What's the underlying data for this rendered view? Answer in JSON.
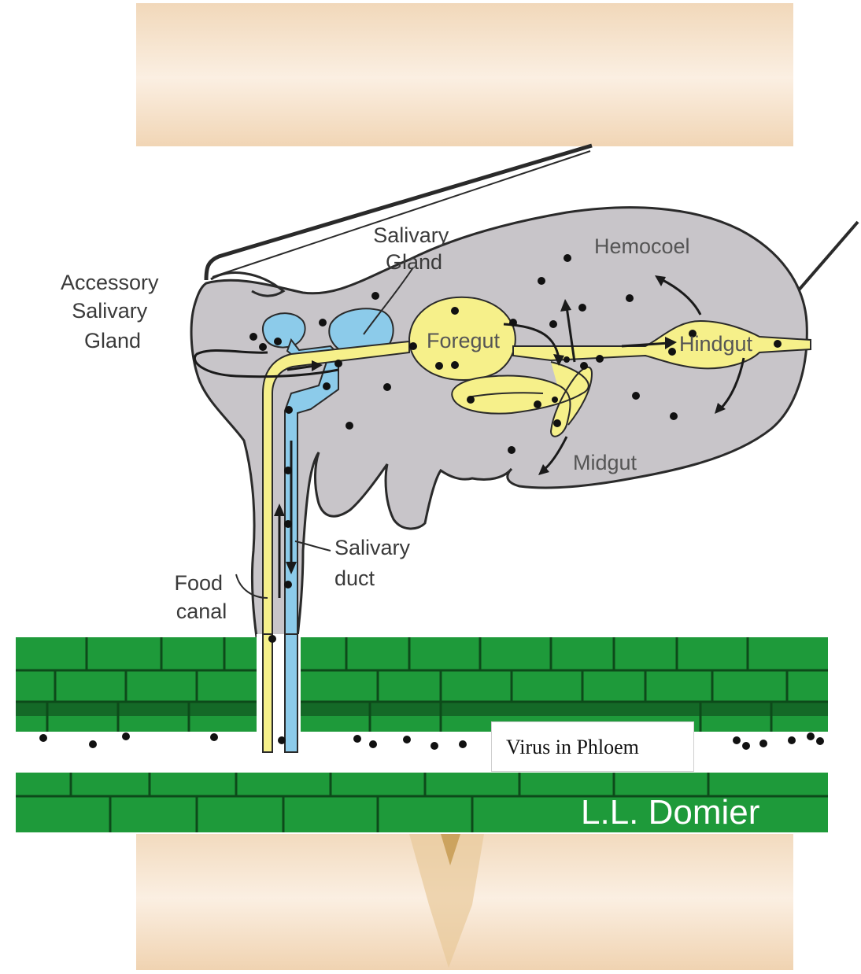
{
  "labels": {
    "salivary_gland": [
      "Salivary",
      "Gland"
    ],
    "accessory_gland": [
      "Accessory",
      "Salivary",
      "Gland"
    ],
    "hemocoel": "Hemocoel",
    "foregut": "Foregut",
    "hindgut": "Hindgut",
    "midgut": "Midgut",
    "salivary_duct": [
      "Salivary",
      "duct"
    ],
    "food_canal": [
      "Food",
      "canal"
    ]
  },
  "caption": "Virus in Phloem",
  "credit": "L.L. Domier",
  "colors": {
    "body": "#c8c5c9",
    "salivary": "#8ccbea",
    "gut": "#f6f08a",
    "plant_cell": "#1e9a3a",
    "cell_outline": "#0d4a1a",
    "background_photo": "#f3dcc0",
    "virus": "#111111"
  }
}
